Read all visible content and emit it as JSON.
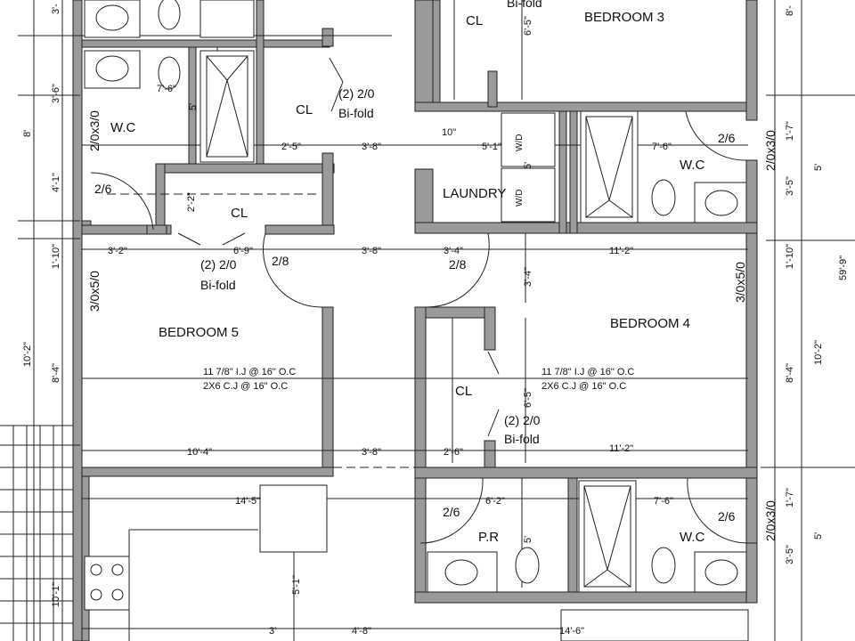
{
  "rooms": {
    "bedroom3": "BEDROOM 3",
    "bedroom4": "BEDROOM 4",
    "bedroom5": "BEDROOM 5",
    "laundry": "LAUNDRY",
    "wc_top_left": "W.C",
    "wc_mid_right": "W.C",
    "wc_bottom_right": "W.C",
    "pr": "P.R",
    "cl_top": "CL",
    "cl_top_left": "CL",
    "cl_mid": "CL",
    "cl_b4": "CL"
  },
  "doors": {
    "d_2_6_a": "2/6",
    "d_2_6_b": "2/6",
    "d_2_6_c": "2/6",
    "d_2_6_d": "2/6",
    "d_2_8_a": "2/8",
    "d_2_8_b": "2/8"
  },
  "bifold": {
    "qty_1": "(2) 2/0",
    "label_1": "Bi-fold",
    "qty_2": "(2) 2/0",
    "label_2": "Bi-fold",
    "qty_3": "(2) 2/0",
    "label_3": "Bi-fold",
    "label_4": "Bi-fold"
  },
  "windows": {
    "w_left_1": "2/0x3/0",
    "w_left_2": "3/0x5/0",
    "w_right_1": "2/0x3/0",
    "w_right_2": "3/0x5/0",
    "w_right_3": "2/0x3/0"
  },
  "joists": {
    "b5_line1": "11 7/8\" I.J @ 16\" O.C",
    "b5_line2": "2X6 C.J @ 16\" O.C",
    "b4_line1": "11 7/8\" I.J @ 16\" O.C",
    "b4_line2": "2X6 C.J @ 16\" O.C"
  },
  "fixtures": {
    "wd_1": "W/D",
    "wd_2": "W/D"
  },
  "dimensions": {
    "left_3_6": "3'-6\"",
    "left_8": "8'",
    "left_4_1": "4'-1\"",
    "left_1_10": "1'-10\"",
    "left_10_2": "10'-2\"",
    "left_8_4": "8'-4\"",
    "left_10_1": "10'-1\"",
    "left_3_top": "3'-",
    "v_5_a": "5'",
    "v_2_2": "2'-2\"",
    "v_6_5_a": "6'-5\"",
    "v_5_b": "5'",
    "v_3_4": "3'-4\"",
    "v_6_5_b": "6'-5\"",
    "v_5_1": "5'-1\"",
    "v_5_c": "5'",
    "h_7_6_a": "7'-6\"",
    "h_2_5": "2'-5\"",
    "h_3_8_a": "3'-8\"",
    "h_10": "10\"",
    "h_5_1": "5'-1\"",
    "h_7_6_b": "7'-6\"",
    "h_3_2": "3'-2\"",
    "h_6_9": "6'-9\"",
    "h_3_8_b": "3'-8\"",
    "h_3_4": "3'-4\"",
    "h_11_2_a": "11'-2\"",
    "h_10_4": "10'-4\"",
    "h_3_8_c": "3'-8\"",
    "h_2_6": "2'-6\"",
    "h_11_2_b": "11'-2\"",
    "h_14_5": "14'-5\"",
    "h_6_2": "6'-2\"",
    "h_7_6_c": "7'-6\"",
    "h_3": "3'",
    "h_4_8": "4'-8\"",
    "h_14_6": "14'-6\"",
    "r_8_top": "8'-",
    "r_1_7_a": "1'-7\"",
    "r_5_a": "5'",
    "r_3_5_a": "3'-5\"",
    "r_1_10": "1'-10\"",
    "r_10_2": "10'-2\"",
    "r_8_4": "8'-4\"",
    "r_59_9": "59'-9\"",
    "r_1_7_b": "1'-7\"",
    "r_5_b": "5'",
    "r_3_5_b": "3'-5\""
  }
}
